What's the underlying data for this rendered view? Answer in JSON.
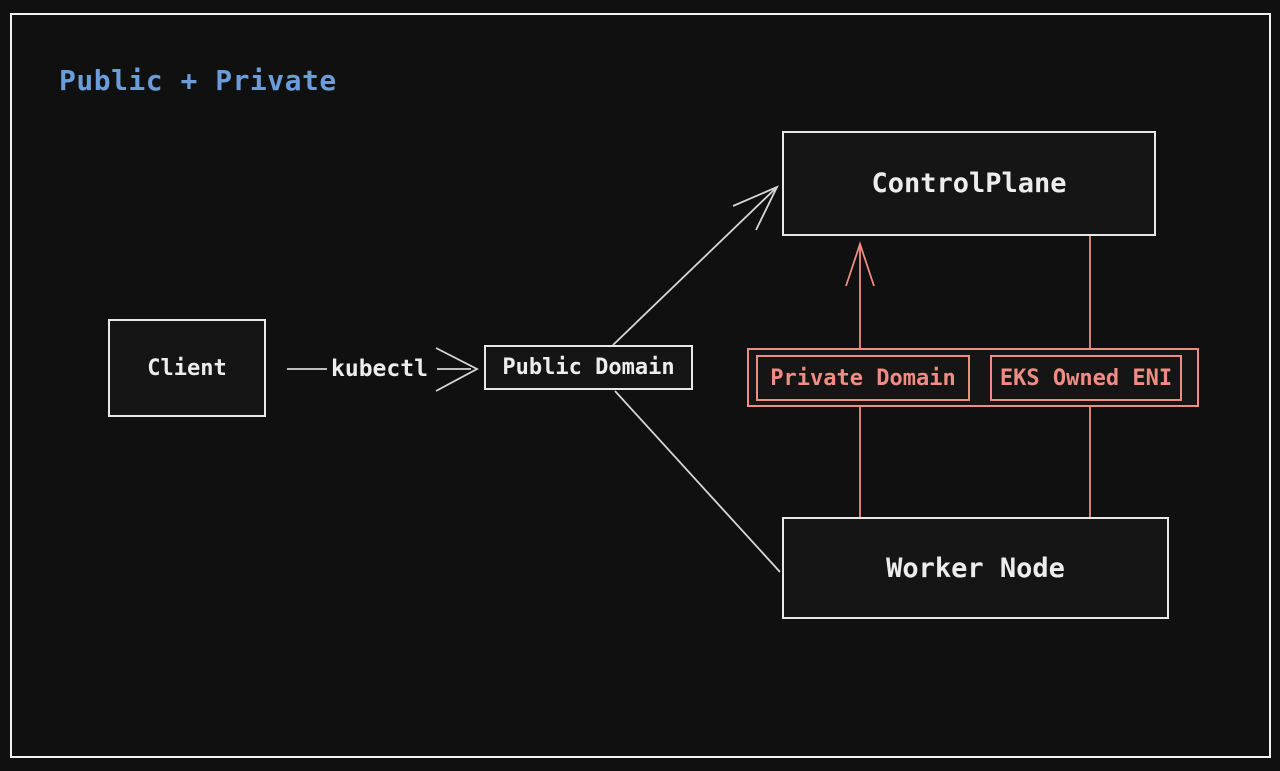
{
  "title": {
    "text": "Public + Private"
  },
  "colors": {
    "background": "#101010",
    "frame": "#f2f2f2",
    "title": "#6c9ddb",
    "node_border": "#e8e8e8",
    "node_text": "#ededed",
    "node_fill": "#151515",
    "line": "#d6d6d6",
    "accent": "#ef8c84"
  },
  "nodes": {
    "client": {
      "label": "Client"
    },
    "public_domain": {
      "label": "Public Domain"
    },
    "control_plane": {
      "label": "ControlPlane"
    },
    "worker_node": {
      "label": "Worker Node"
    },
    "private_domain": {
      "label": "Private Domain"
    },
    "eks_owned_eni": {
      "label": "EKS Owned ENI"
    }
  },
  "edges": {
    "kubectl_label": "kubectl"
  }
}
